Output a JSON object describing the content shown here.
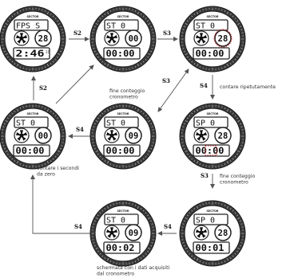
{
  "watches": [
    {
      "id": "w1",
      "brand": "SECTOR",
      "top_text": "FPS S",
      "right_num": "28",
      "bottom_text": "2:46",
      "bottom_sup": "17",
      "icon": "soccer-ball-icon"
    },
    {
      "id": "w2",
      "brand": "SECTOR",
      "top_text": "ST  0",
      "right_num": "00",
      "bottom_text": "00:00",
      "icon": "soccer-ball-icon"
    },
    {
      "id": "w3",
      "brand": "SECTOR",
      "top_text": "ST  0",
      "right_num": "28",
      "bottom_text": "00:00",
      "icon": "soccer-ball-icon",
      "highlight": "right"
    },
    {
      "id": "w4",
      "brand": "SECTOR",
      "top_text": "ST  0",
      "right_num": "00",
      "bottom_text": "00:00",
      "icon": "soccer-ball-icon"
    },
    {
      "id": "w5",
      "brand": "SECTOR",
      "top_text": "ST  0",
      "right_num": "09",
      "bottom_text": "00:00",
      "icon": "soccer-ball-icon"
    },
    {
      "id": "w6",
      "brand": "SECTOR",
      "top_text": "SP  0",
      "right_num": "28",
      "bottom_text": "00:00",
      "icon": "soccer-ball-icon",
      "highlight": "bottom"
    },
    {
      "id": "w7",
      "brand": "SECTOR",
      "top_text": "ST  0",
      "right_num": "09",
      "bottom_text": "00:02",
      "icon": "soccer-ball-icon"
    },
    {
      "id": "w8",
      "brand": "SECTOR",
      "top_text": "SP  0",
      "right_num": "28",
      "bottom_text": "00:01",
      "icon": "soccer-ball-icon"
    }
  ],
  "buttons": {
    "s2_top": "S2",
    "s3_top": "S3",
    "s2_left": "S2",
    "s3_diag": "S3",
    "s4_right_top": "S4",
    "s4_mid": "S4",
    "s3_right": "S3",
    "s4_bottom_right": "S4",
    "s4_bottom_left": "S4"
  },
  "labels": {
    "fine_conteggio_1": [
      "fine conteggio",
      "cronometro"
    ],
    "contare_ripetutamente": [
      "contare ripetutamente"
    ],
    "contare_secondi": [
      "contare i secondi",
      "da zero"
    ],
    "fine_conteggio_2": [
      "fine conteggio",
      "cronometro"
    ],
    "schermata": [
      "schermata con i dati acquisiti",
      "dal cronometro"
    ]
  },
  "colors": {
    "bezel": "#2b2b2b",
    "lcd": "#ffffff",
    "arrow": "#555555",
    "highlight": "#d42a2a"
  }
}
